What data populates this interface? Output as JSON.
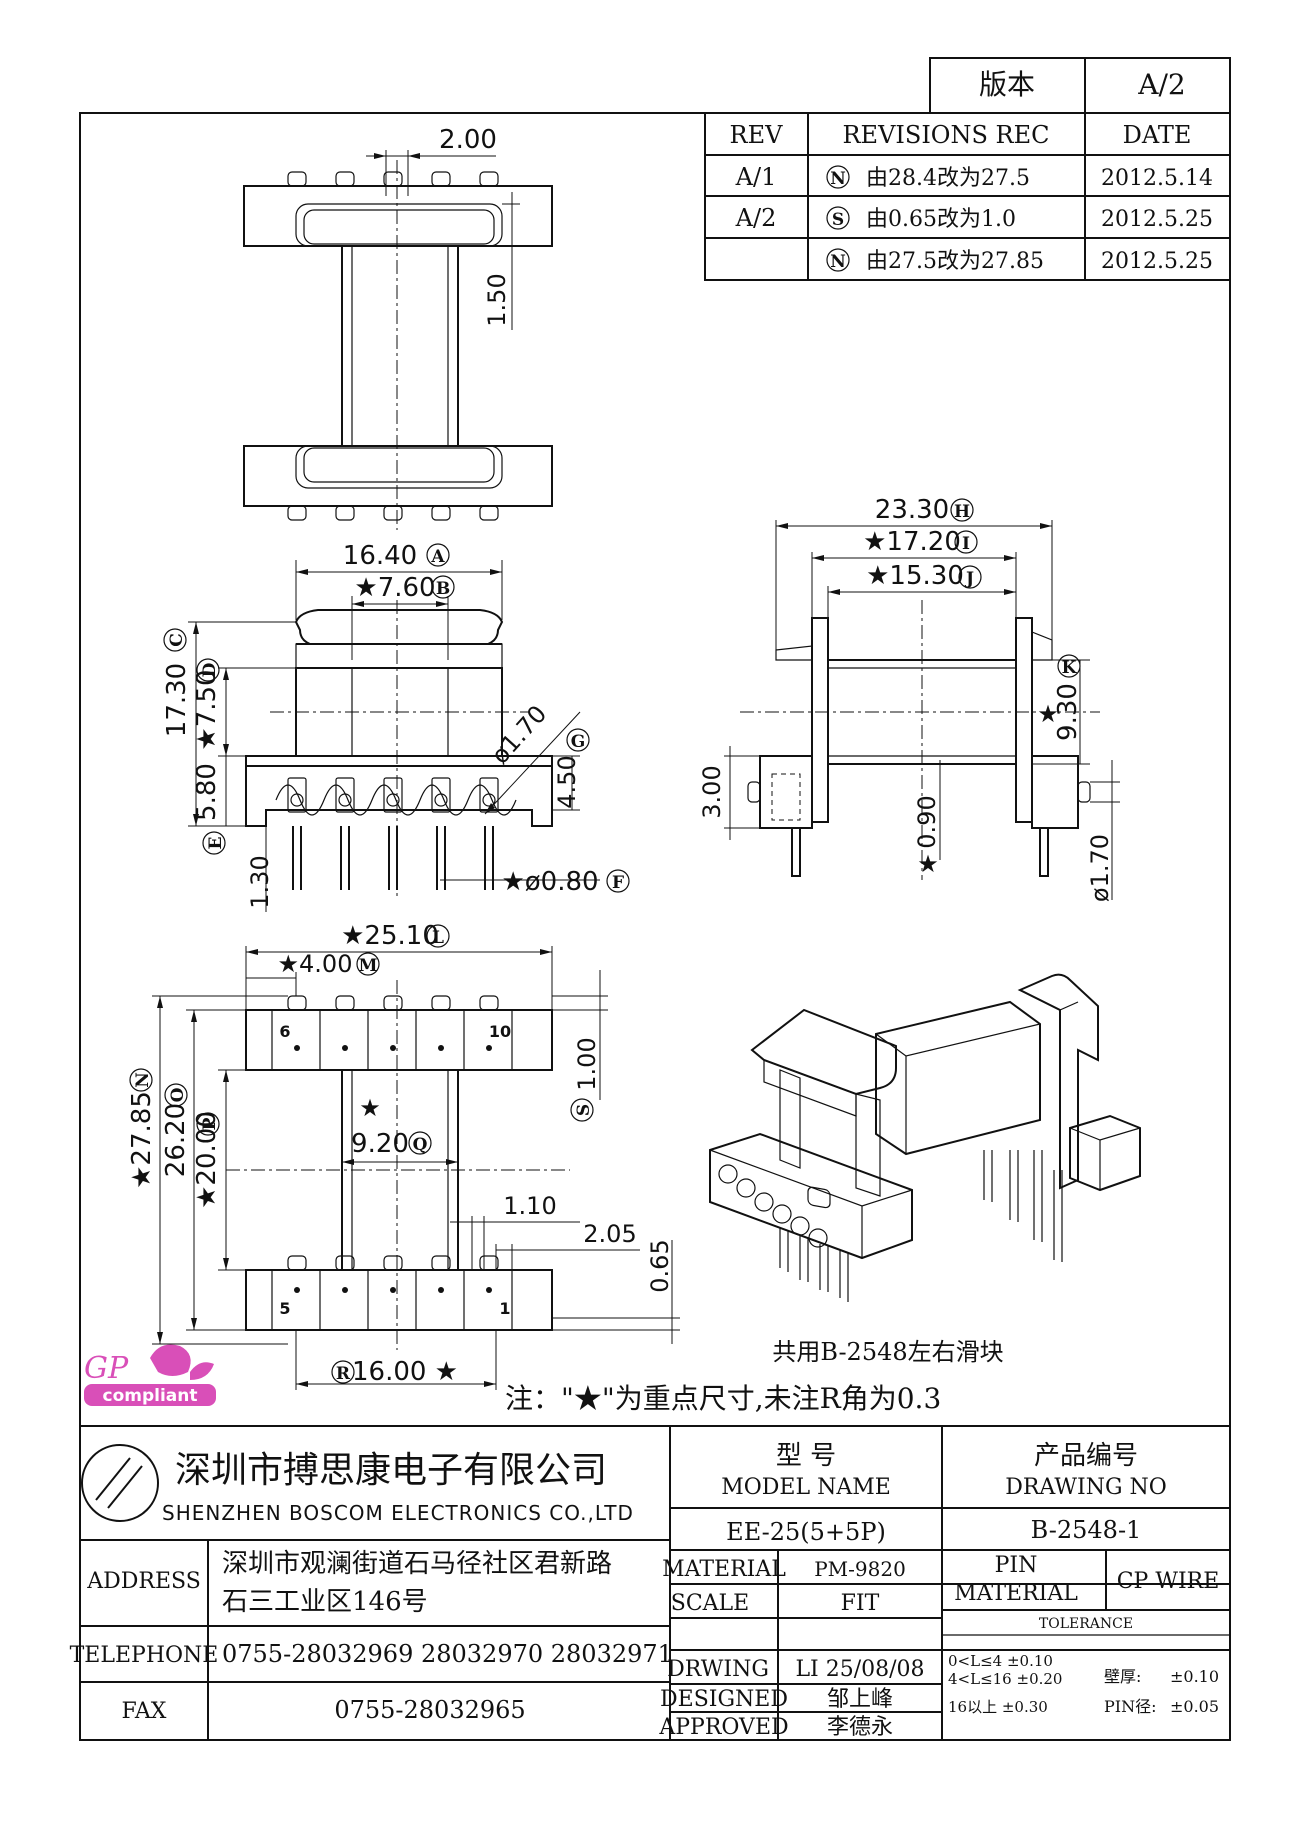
{
  "version_box": {
    "label": "版本",
    "value": "A/2"
  },
  "revisions": {
    "headers": [
      "REV",
      "REVISIONS REC",
      "DATE"
    ],
    "rows": [
      {
        "rev": "A/1",
        "symbol": "N",
        "text": "由28.4改为27.5",
        "date": "2012.5.14"
      },
      {
        "rev": "A/2",
        "symbol": "S",
        "text": "由0.65改为1.0",
        "date": "2012.5.25"
      },
      {
        "rev": "",
        "symbol": "N",
        "text": "由27.5改为27.85",
        "date": "2012.5.25"
      }
    ]
  },
  "dimensions": {
    "top_view": {
      "pin_pitch": "2.00",
      "flange": "1.50"
    },
    "front_view": {
      "a": "16.40",
      "a_tag": "A",
      "b": "★7.60",
      "b_tag": "B",
      "c": "17.30",
      "c_tag": "C",
      "d": "★7.50",
      "d_tag": "D",
      "e": "5.80",
      "e_tag": "E",
      "g_dia": "ø1.70",
      "g_tag": "G",
      "g_h": "4.50",
      "pin_len": "1.30",
      "f": "★ø0.80",
      "f_tag": "F"
    },
    "side_view": {
      "h": "23.30",
      "h_tag": "H",
      "i": "★17.20",
      "i_tag": "I",
      "j": "★15.30",
      "j_tag": "J",
      "k": "9.30",
      "k_tag": "K",
      "star": "★",
      "h3": "3.00",
      "t": "0.90",
      "pin_dia": "ø1.70"
    },
    "bottom_view": {
      "l": "★25.10",
      "l_tag": "L",
      "m": "★4.00",
      "m_tag": "M",
      "n": "★27.85",
      "n_tag": "N",
      "o": "26.20",
      "o_tag": "O",
      "p": "★20.00",
      "p_tag": "P",
      "q": "9.20",
      "q_tag": "Q",
      "r": "16.00 ★",
      "r_tag": "R",
      "s": "1.00",
      "s_tag": "S",
      "d110": "1.10",
      "d205": "2.05",
      "d065": "0.65",
      "pin6": "6",
      "pin10": "10",
      "pin5": "5",
      "pin1": "1",
      "star": "★"
    }
  },
  "shared_slider_note": "共用B-2548左右滑块",
  "note": "注：\"★\"为重点尺寸,未注R角为0.3",
  "logo": {
    "gp": "GP",
    "compliant": "compliant"
  },
  "company": {
    "name_cn": "深圳市搏思康电子有限公司",
    "name_en": "SHENZHEN BOSCOM ELECTRONICS CO.,LTD"
  },
  "title_block": {
    "model_label_cn": "型    号",
    "model_label_en": "MODEL NAME",
    "model_value": "EE-25(5+5P)",
    "drawing_label_cn": "产品编号",
    "drawing_label_en": "DRAWING NO",
    "drawing_value": "B-2548-1",
    "address_label": "ADDRESS",
    "address_line1": "深圳市观澜街道石马径社区君新路",
    "address_line2": "石三工业区146号",
    "telephone_label": "TELEPHONE",
    "telephone_value": "0755-28032969 28032970 28032971",
    "fax_label": "FAX",
    "fax_value": "0755-28032965",
    "material_label": "MATERIAL",
    "material_value": "PM-9820",
    "scale_label": "SCALE",
    "scale_value": "FIT",
    "drawing_by_label": "DRWING",
    "drawing_by_value": "LI 25/08/08",
    "designed_label": "DESIGNED",
    "designed_value": "邹上峰",
    "approved_label": "APPROVED",
    "approved_value": "李德永",
    "pin_material_label_1": "PIN",
    "pin_material_label_2": "MATERIAL",
    "pin_material_value": "CP WIRE",
    "tolerance_label": "TOLERANCE",
    "tol_1": "0<L≤4  ±0.10",
    "tol_2": "4<L≤16  ±0.20",
    "tol_3": "16以上     ±0.30",
    "wall_label": "壁厚:",
    "wall_value": "±0.10",
    "pin_dia_label": "PIN径:",
    "pin_dia_value": "±0.05"
  }
}
